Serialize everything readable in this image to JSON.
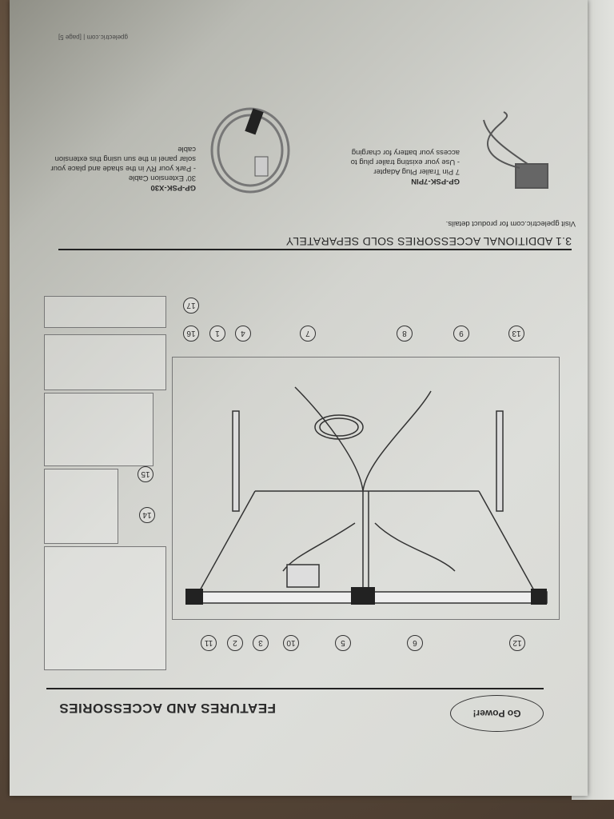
{
  "header": {
    "logo_text": "Go Power!",
    "title": "FEATURES AND ACCESSORIES"
  },
  "callouts": {
    "bottom": [
      "12",
      "6",
      "5",
      "10",
      "3",
      "2",
      "11"
    ],
    "top": [
      "13",
      "9",
      "8",
      "7",
      "4",
      "1",
      "16"
    ],
    "side": [
      "14",
      "15",
      "17"
    ]
  },
  "section": {
    "heading": "3.1  ADDITIONAL ACCESSORIES SOLD SEPARATELY",
    "visit": "Visit gpelectric.com for product details."
  },
  "accessories": [
    {
      "code": "GP-PSK-7PIN",
      "name": "7 Pin Trailer Plug Adapter",
      "desc": "- Use your existing trailer plug to access your battery for charging"
    },
    {
      "code": "GP-PSK-X30",
      "name": "30' Extension Cable",
      "desc": "- Park your RV in the shade and place your solar panel in the sun using this extension cable"
    }
  ],
  "footer": "gpelectric.com  |  [page 5]"
}
